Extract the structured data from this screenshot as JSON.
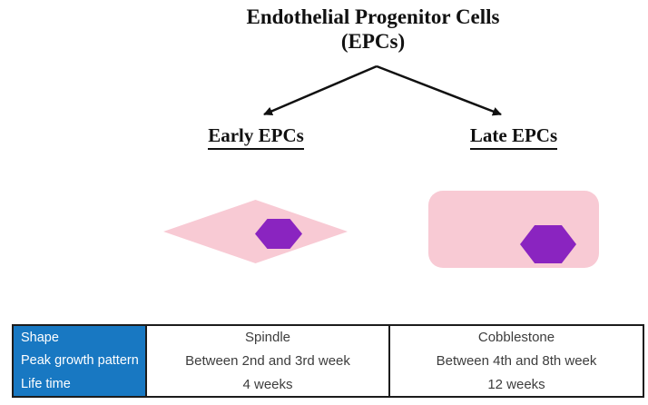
{
  "diagram": {
    "title_line1": "Endothelial Progenitor Cells",
    "title_line2": "(EPCs)",
    "early_label": "Early EPCs",
    "late_label": "Late EPCs",
    "early_shape_name": "spindle",
    "late_shape_name": "cobblestone-rounded-rectangle",
    "nucleus_shape_name": "hexagon"
  },
  "colors": {
    "cell_body_pink": "#F8CAD4",
    "nucleus_purple": "#8A24C0",
    "table_header_blue": "#1878C2",
    "table_text_gray": "#3D3D3D",
    "line_black": "#111111"
  },
  "table": {
    "rows": [
      {
        "label": "Shape",
        "early": "Spindle",
        "late": "Cobblestone"
      },
      {
        "label": "Peak growth pattern",
        "early": "Between 2nd and 3rd week",
        "late": "Between 4th and 8th week"
      },
      {
        "label": "Life time",
        "early": "4 weeks",
        "late": "12 weeks"
      }
    ]
  }
}
